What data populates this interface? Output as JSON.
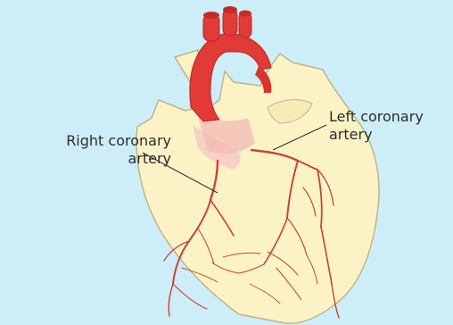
{
  "diagram": {
    "labels": {
      "right_coronary": {
        "line1": "Right coronary",
        "line2": "artery"
      },
      "left_coronary": {
        "line1": "Left coronary",
        "line2": "artery"
      }
    },
    "caption": "",
    "colors": {
      "background": "#cdeef8",
      "heart_fill": "#fbf3c6",
      "heart_outline": "#bfb48a",
      "aorta": "#e23a36",
      "artery": "#c9423b",
      "leader_line": "#333333"
    }
  }
}
